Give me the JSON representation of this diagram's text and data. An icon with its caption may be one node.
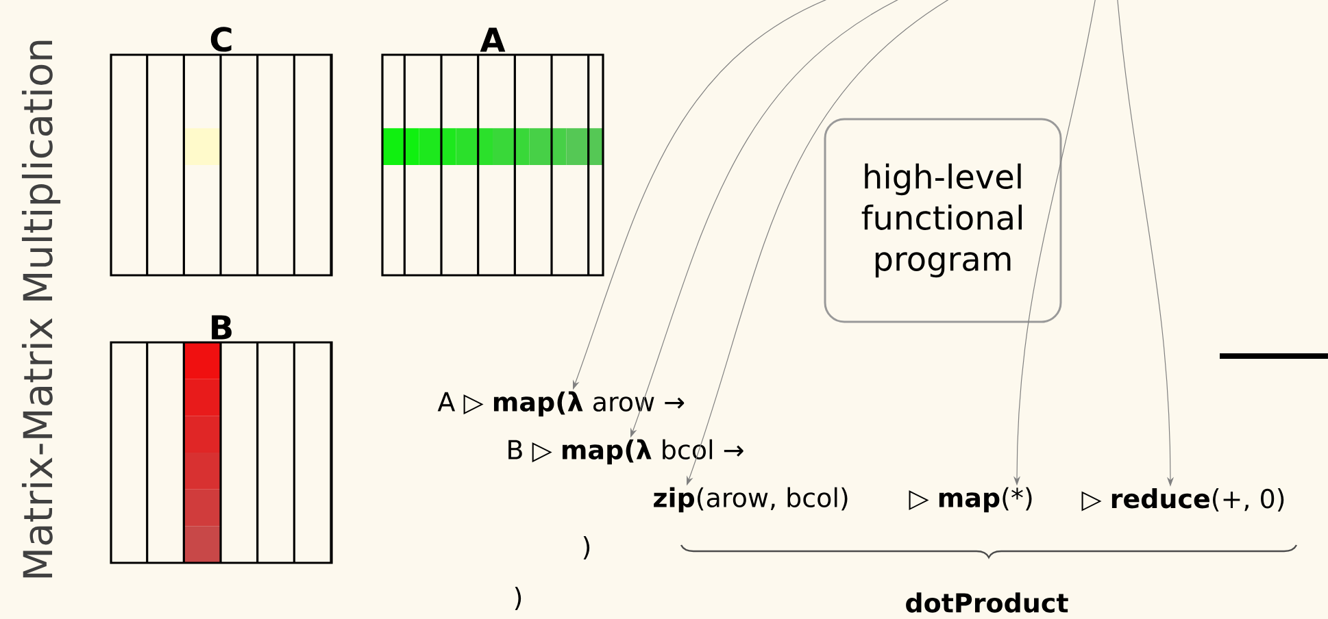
{
  "diagram": {
    "title": "Matrix-Matrix Multiplication",
    "nodes": [
      {
        "text": [
          "C"
        ]
      },
      {
        "text": [
          "A"
        ]
      },
      {
        "text": [
          "B"
        ]
      },
      {
        "text": [
          "high-level functional program"
        ]
      },
      {
        "text": [
          "A ▷ **map(λ** arow →"
        ]
      },
      {
        "text": [
          "B ▷ **map(λ** bcol →"
        ]
      },
      {
        "text": [
          "**zip**(arow, bcol)"
        ]
      },
      {
        "text": [
          "▷ **map**(*)"
        ]
      },
      {
        "text": [
          "▷ **reduce**(+, 0)"
        ]
      }
    ],
    "edges": [
      {
        "from": null,
        "to": 4,
        "arrow": "to"
      },
      {
        "from": null,
        "to": 5,
        "arrow": "to"
      },
      {
        "from": null,
        "to": 6,
        "arrow": "to"
      },
      {
        "from": null,
        "to": 7,
        "arrow": "to"
      },
      {
        "from": null,
        "to": 8,
        "arrow": "to"
      }
    ],
    "labels": [
      ")",
      ")",
      "dotProduct"
    ]
  }
}
